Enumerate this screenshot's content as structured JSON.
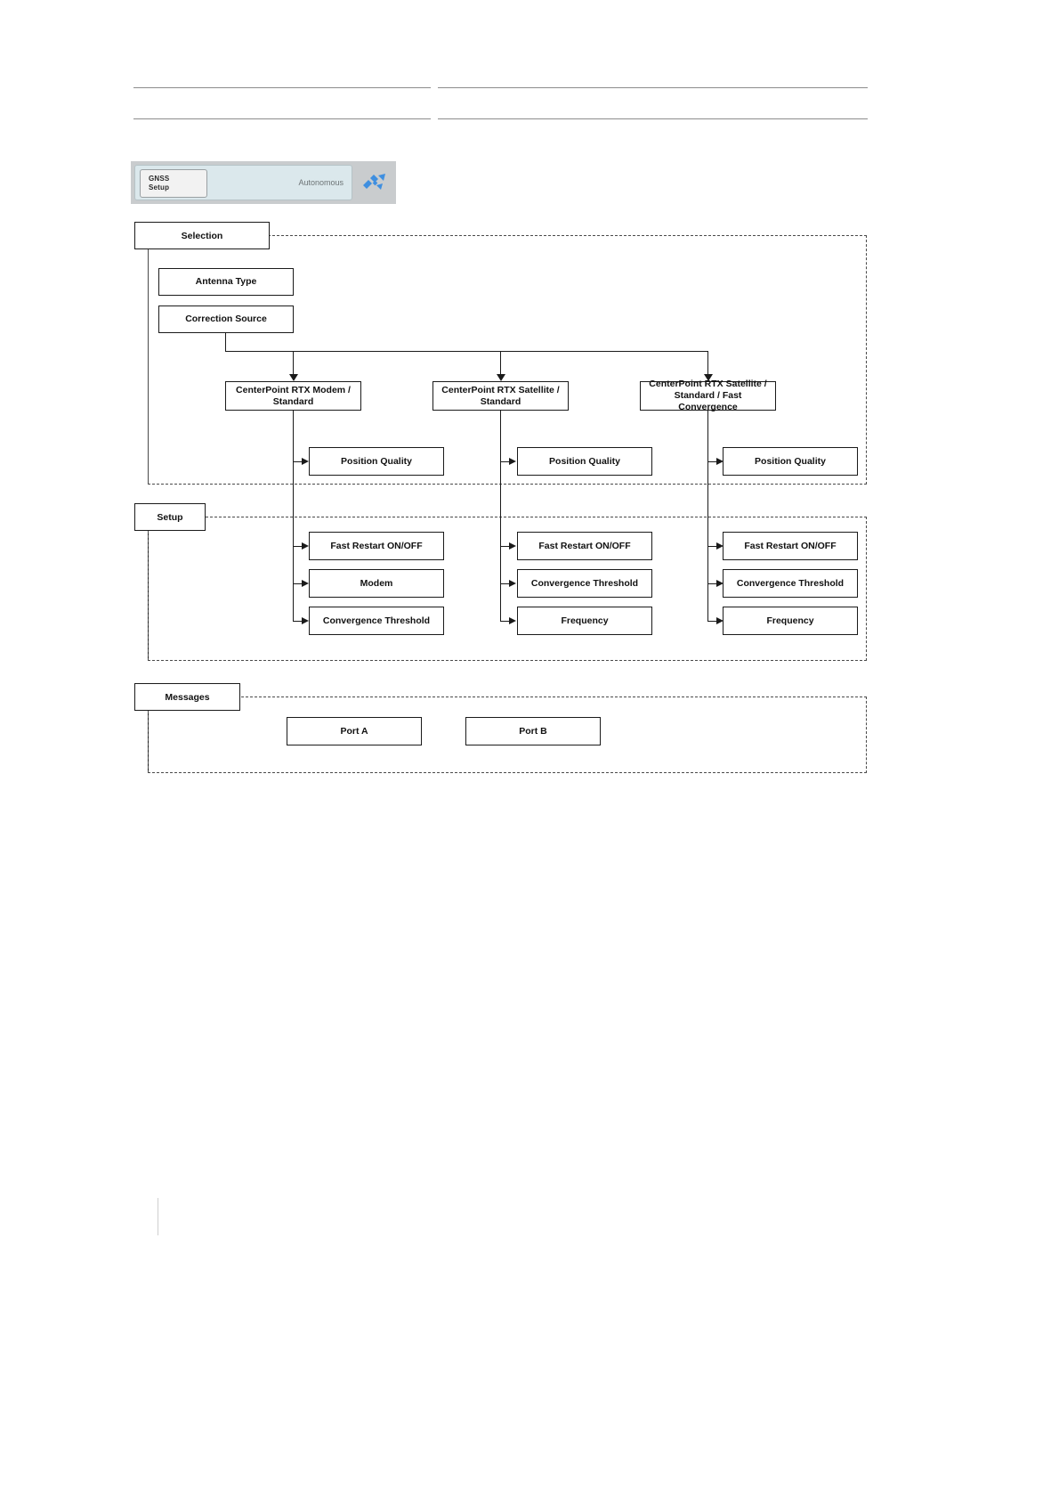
{
  "page": {
    "header": {
      "rule_top_left": "",
      "rule_top_right": "",
      "rule_bottom_left": "",
      "rule_bottom_right": ""
    }
  },
  "status_widget": {
    "button_line1": "GNSS",
    "button_line2": "Setup",
    "status_text": "Autonomous",
    "icon_name": "satellite-icon",
    "icon_color": "#3f8fe0",
    "panel_color": "#dbe8ec",
    "frame_color": "#c9ccce"
  },
  "diagram": {
    "sections": [
      {
        "label": "Selection"
      },
      {
        "label": "Setup"
      },
      {
        "label": "Messages"
      }
    ],
    "selection": {
      "antenna_type": "Antenna Type",
      "correction_source": "Correction Source",
      "branches": [
        {
          "label": "CenterPoint RTX Modem /\nStandard",
          "line1": "CenterPoint RTX Modem /",
          "line2": "Standard"
        },
        {
          "label": "CenterPoint RTX Satellite /\nStandard",
          "line1": "CenterPoint RTX Satellite /",
          "line2": "Standard"
        },
        {
          "label": "CenterPoint RTX Satellite /\nStandard / Fast Convergence",
          "line1": "CenterPoint RTX Satellite /",
          "line2": "Standard / Fast Convergence"
        }
      ],
      "position_quality": [
        "Position Quality",
        "Position Quality",
        "Position Quality"
      ]
    },
    "setup": {
      "columns": [
        {
          "items": [
            "Fast Restart ON/OFF",
            "Modem",
            "Convergence Threshold"
          ]
        },
        {
          "items": [
            "Fast Restart ON/OFF",
            "Convergence Threshold",
            "Frequency"
          ]
        },
        {
          "items": [
            "Fast Restart ON/OFF",
            "Convergence Threshold",
            "Frequency"
          ]
        }
      ]
    },
    "messages": {
      "ports": [
        "Port A",
        "Port B"
      ]
    }
  }
}
